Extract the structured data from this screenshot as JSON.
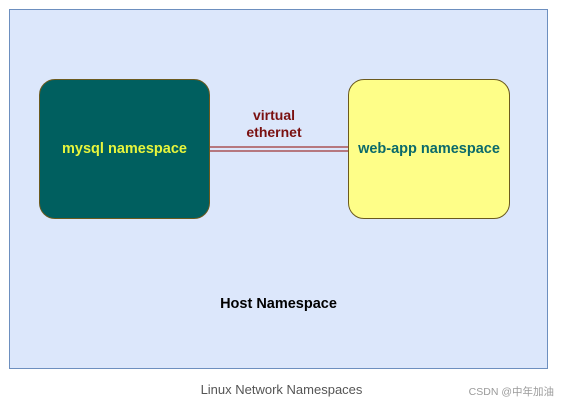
{
  "diagram": {
    "host": {
      "label": "Host Namespace",
      "background_color": "#dce7fb"
    },
    "namespaces": [
      {
        "label": "mysql namespace",
        "fill_color": "#005f5f",
        "text_color": "#e7f53c"
      },
      {
        "label": "web-app namespace",
        "fill_color": "#fefe88",
        "text_color": "#0b6a6a"
      }
    ],
    "link": {
      "label_line1": "virtual",
      "label_line2": "ethernet",
      "text_color": "#7a1010",
      "line_color": "#a03535"
    }
  },
  "caption": "Linux Network Namespaces",
  "watermark": "CSDN @中年加油"
}
